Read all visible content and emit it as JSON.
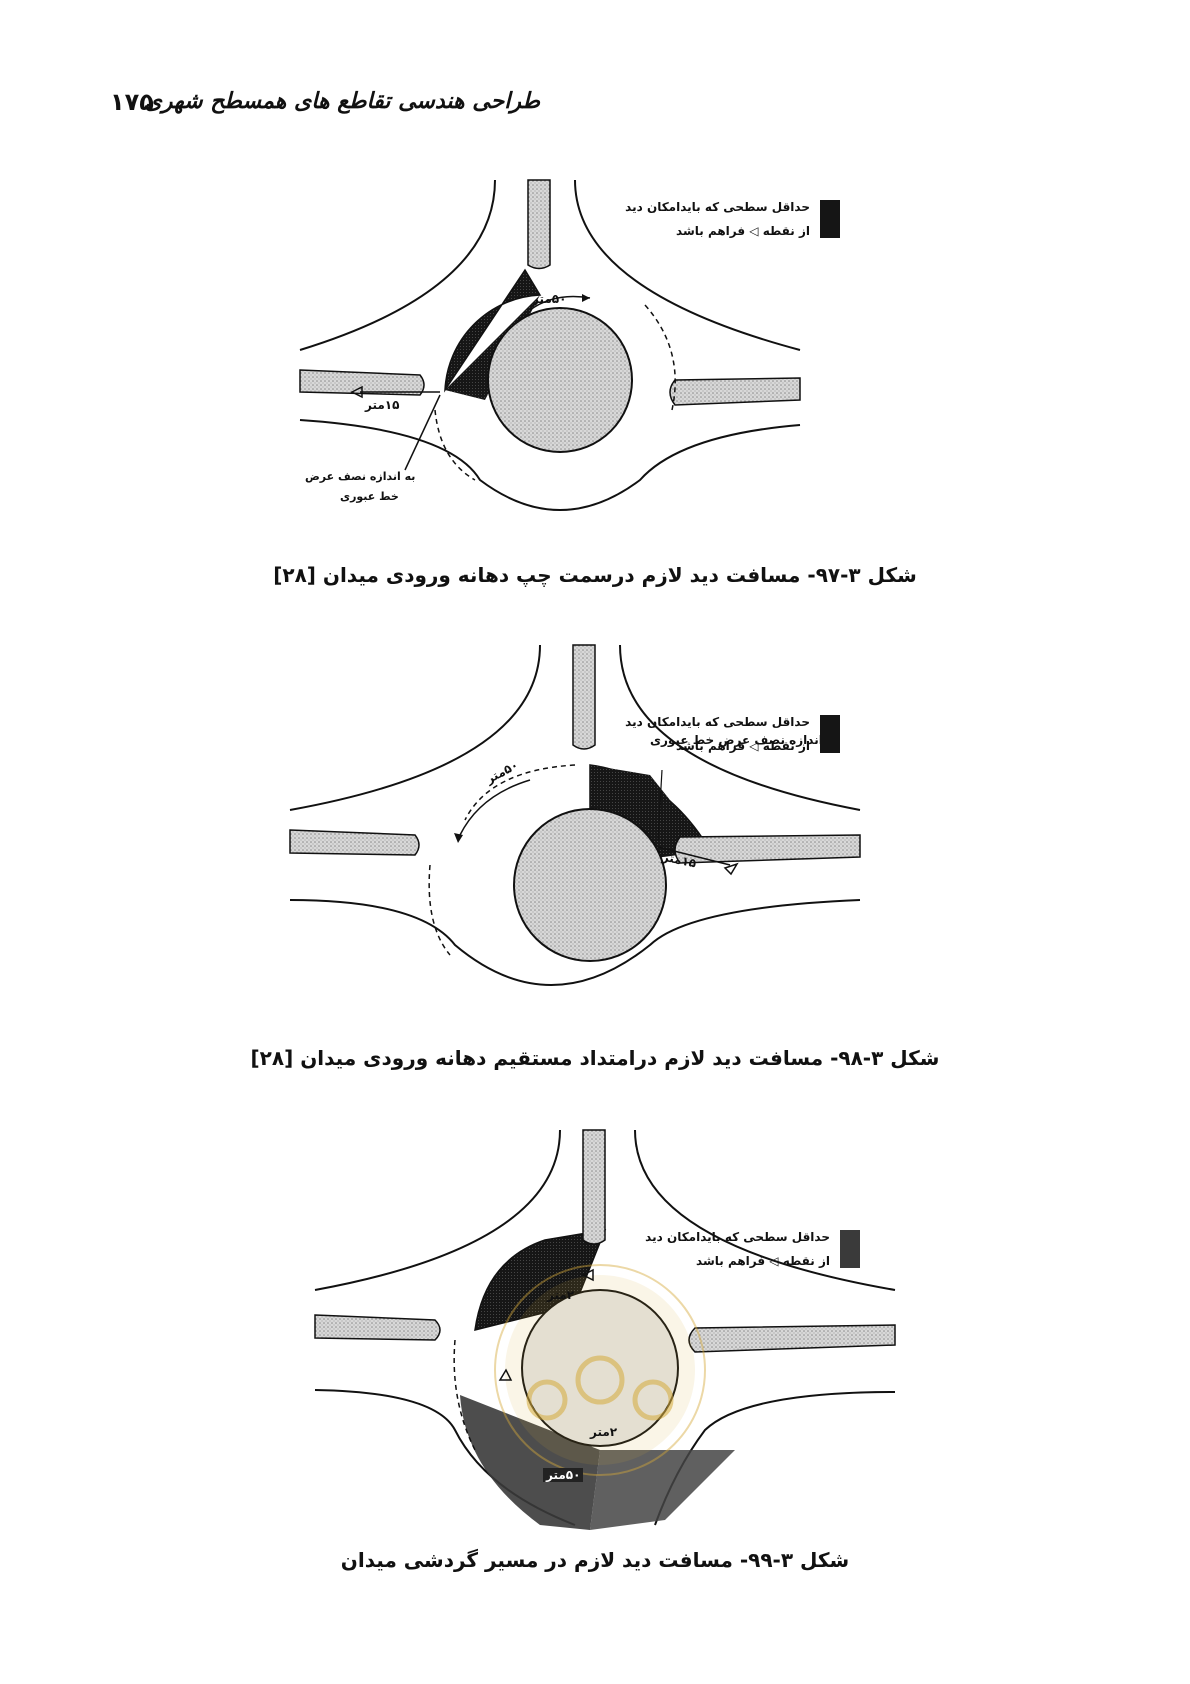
{
  "header": {
    "title": "طراحی هندسی تقاطع های همسطح شهری",
    "page_number": "۱۷۵"
  },
  "figures": [
    {
      "legend": {
        "line1": "حداقل سطحی که بایدامکان دید",
        "line2": "از نقطه ◁ فراهم باشد"
      },
      "labels": {
        "dist_50": "۵۰متر",
        "dist_15": "۱۵متر",
        "half_width_1": "به اندازه نصف عرض",
        "half_width_2": "خط عبوری"
      },
      "caption": "شکل ۳-۹۷- مسافت دید لازم درسمت چپ دهانه ورودی میدان [۲۸]"
    },
    {
      "legend": {
        "line1": "حداقل سطحی که بایدامکان دید",
        "line2": "از نقطه ◁ فراهم باشد"
      },
      "labels": {
        "half_width": "به اندازه نصف عرض خط عبوری",
        "dist_50": "۵۰متر",
        "dist_15": "۱۵متر"
      },
      "caption": "شکل ۳-۹۸- مسافت دید لازم درامتداد مستقیم دهانه ورودی میدان [۲۸]"
    },
    {
      "legend": {
        "line1": "حداقل سطحی که بایدامکان دید",
        "line2": "از نقطه ◁ فراهم باشد"
      },
      "labels": {
        "dist_2a": "۲متر",
        "dist_2b": "۲متر",
        "dist_50": "۵۰متر"
      },
      "caption": "شکل ۳-۹۹- مسافت دید لازم در مسیر گردشی میدان"
    }
  ],
  "colors": {
    "dark_zone": "#151515",
    "medium_zone": "#3a3a3a",
    "circle_fill": "#cfcfcf",
    "island_fill": "#c4c4c4",
    "watermark": "#d4a93a"
  }
}
